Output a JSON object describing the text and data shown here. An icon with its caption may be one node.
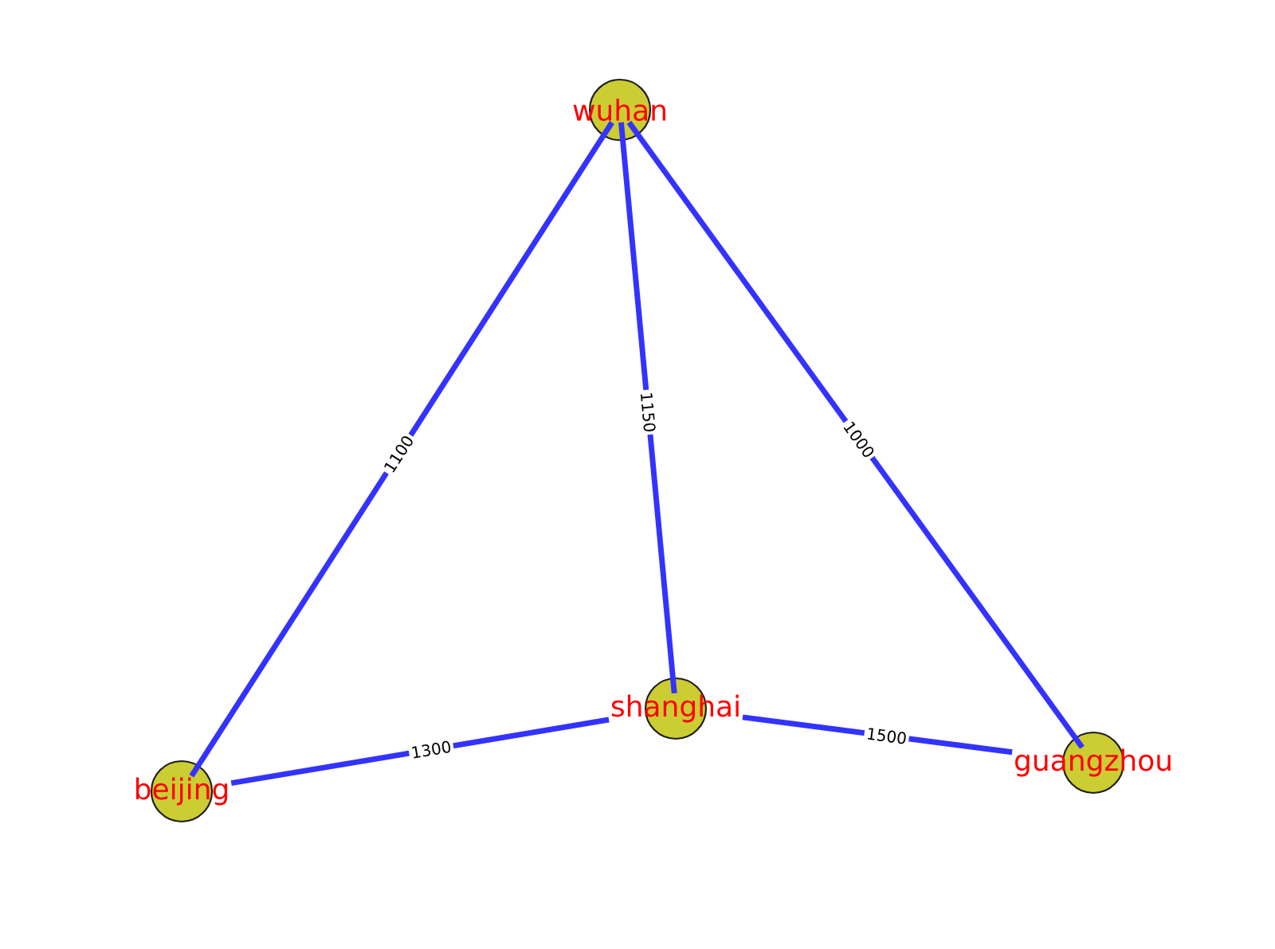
{
  "diagram": {
    "nodes": [
      {
        "text": [
          "wuhan"
        ]
      },
      {
        "text": [
          "beijing"
        ]
      },
      {
        "text": [
          "shanghai"
        ]
      },
      {
        "text": [
          "guangzhou"
        ]
      }
    ],
    "edges": [
      {
        "from": 0,
        "to": 1,
        "arrow": "none",
        "label": "1100"
      },
      {
        "from": 0,
        "to": 2,
        "arrow": "none",
        "label": "1150"
      },
      {
        "from": 0,
        "to": 3,
        "arrow": "none",
        "label": "1000"
      },
      {
        "from": 1,
        "to": 2,
        "arrow": "none",
        "label": "1300"
      },
      {
        "from": 2,
        "to": 3,
        "arrow": "none",
        "label": "1500"
      }
    ]
  }
}
